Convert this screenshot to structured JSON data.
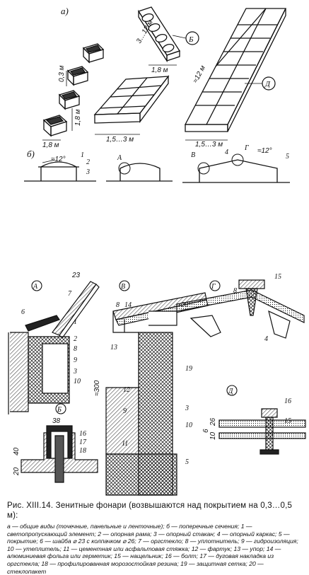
{
  "figure": {
    "title": "Рис. XIII.14. Зенитные фонари (возвышаются над покрытием на 0,3…0,5 м):",
    "legend": "а — общие виды (точечные, панельные и ленточные); б — поперечные сечения; 1 — светопропускающий элемент; 2 — опорная рама; 3 — опорный стакан; 4 — опорный каркас; 5 — покрытие; 6 — шайба ⌀ 23 с колпачком ⌀ 26; 7 — оргстекло; 8 — уплотнитель; 9 — гидроизоляция; 10 — утеплитель; 11 — цементная или асфальтовая стяжка; 12 — фартук; 13 — упор; 14 — алюминиевая фольга или герметик; 15 — нащельник; 16 — болт; 17 — дуговая накладка из оргстекла; 18 — профилированная морозостойкая резина; 19 — защитная сетка; 20 — стеклопакет"
  },
  "part_labels": {
    "a": "а)",
    "b": "б)"
  },
  "view_labels": {
    "A": "А",
    "B": "Б",
    "V": "В",
    "G": "Г",
    "D": "Д"
  },
  "dimensions": {
    "d03": "0,3 м",
    "d18": "1,8 м",
    "d18w": "1,8 м",
    "d18m": "1,8 м",
    "d3_12": "3…12 м",
    "d15_3a": "1,5…3 м",
    "d15_3b": "1,5…3 м",
    "d12": "≈12 м",
    "a12a": "≈12°",
    "a12b": "≈12°",
    "d300": "≈300",
    "d23": "23",
    "d38": "38",
    "d40": "40",
    "d20": "20",
    "d26": "26",
    "d10": "10",
    "d6": "6",
    "d5": "5"
  },
  "numbers": {
    "n1": "1",
    "n2": "2",
    "n3": "3",
    "n4": "4",
    "n5": "5",
    "n6": "6",
    "n7": "7",
    "n8": "8",
    "n9": "9",
    "n10": "10",
    "n11": "11",
    "n12": "12",
    "n13": "13",
    "n14": "14",
    "n15": "15",
    "n16": "16",
    "n17": "17",
    "n18": "18",
    "n19": "19",
    "n20": "20"
  }
}
